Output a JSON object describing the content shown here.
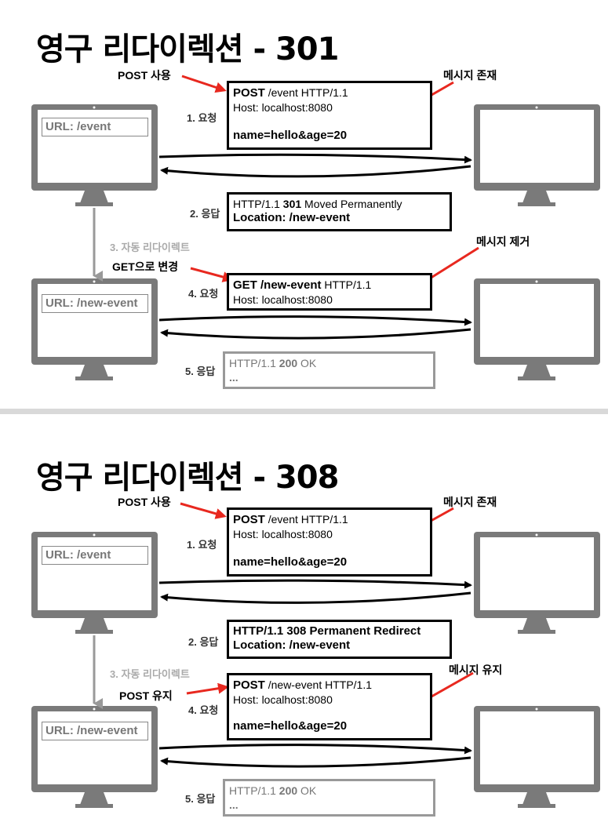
{
  "slide1": {
    "title": "영구 리다이렉션 - 301",
    "notes": {
      "post_use": "POST 사용",
      "body_exists": "메시지 존재",
      "get_change": "GET으로 변경",
      "body_removed": "메시지 제거"
    },
    "steps": {
      "req1": "1. 요청",
      "res1": "2. 응답",
      "auto": "3. 자동 리다이렉트",
      "req2": "4. 요청",
      "res2": "5. 응답"
    },
    "client1_url": "URL: /event",
    "client2_url": "URL: /new-event",
    "request1": {
      "method": "POST",
      "rest": " /event HTTP/1.1",
      "host": "Host: localhost:8080",
      "body": "name=hello&age=20"
    },
    "response1": {
      "prefix": "HTTP/1.1 ",
      "code": "301",
      "reason": " Moved Permanently",
      "location": "Location: /new-event"
    },
    "request2": {
      "method_path": "GET /new-event",
      "rest": " HTTP/1.1",
      "host": "Host: localhost:8080"
    },
    "response2": {
      "prefix": "HTTP/1.1 ",
      "code": "200",
      "reason": " OK",
      "body": "..."
    }
  },
  "slide2": {
    "title": "영구 리다이렉션 - 308",
    "notes": {
      "post_use": "POST 사용",
      "body_exists": "메시지 존재",
      "post_keep": "POST 유지",
      "body_keep": "메시지 유지"
    },
    "steps": {
      "req1": "1. 요청",
      "res1": "2. 응답",
      "auto": "3. 자동 리다이렉트",
      "req2": "4. 요청",
      "res2": "5. 응답"
    },
    "client1_url": "URL: /event",
    "client2_url": "URL: /new-event",
    "request1": {
      "method": "POST",
      "rest": " /event HTTP/1.1",
      "host": "Host: localhost:8080",
      "body": "name=hello&age=20"
    },
    "response1": {
      "line": "HTTP/1.1 308 Permanent Redirect",
      "location": "Location: /new-event"
    },
    "request2": {
      "method": "POST",
      "rest": " /new-event HTTP/1.1",
      "host": "Host: localhost:8080",
      "body": "name=hello&age=20"
    },
    "response2": {
      "prefix": "HTTP/1.1 ",
      "code": "200",
      "reason": " OK",
      "body": "..."
    }
  },
  "colors": {
    "monitor": "#7a7a7a",
    "arrow_red": "#e8281f",
    "faded": "#999999"
  }
}
